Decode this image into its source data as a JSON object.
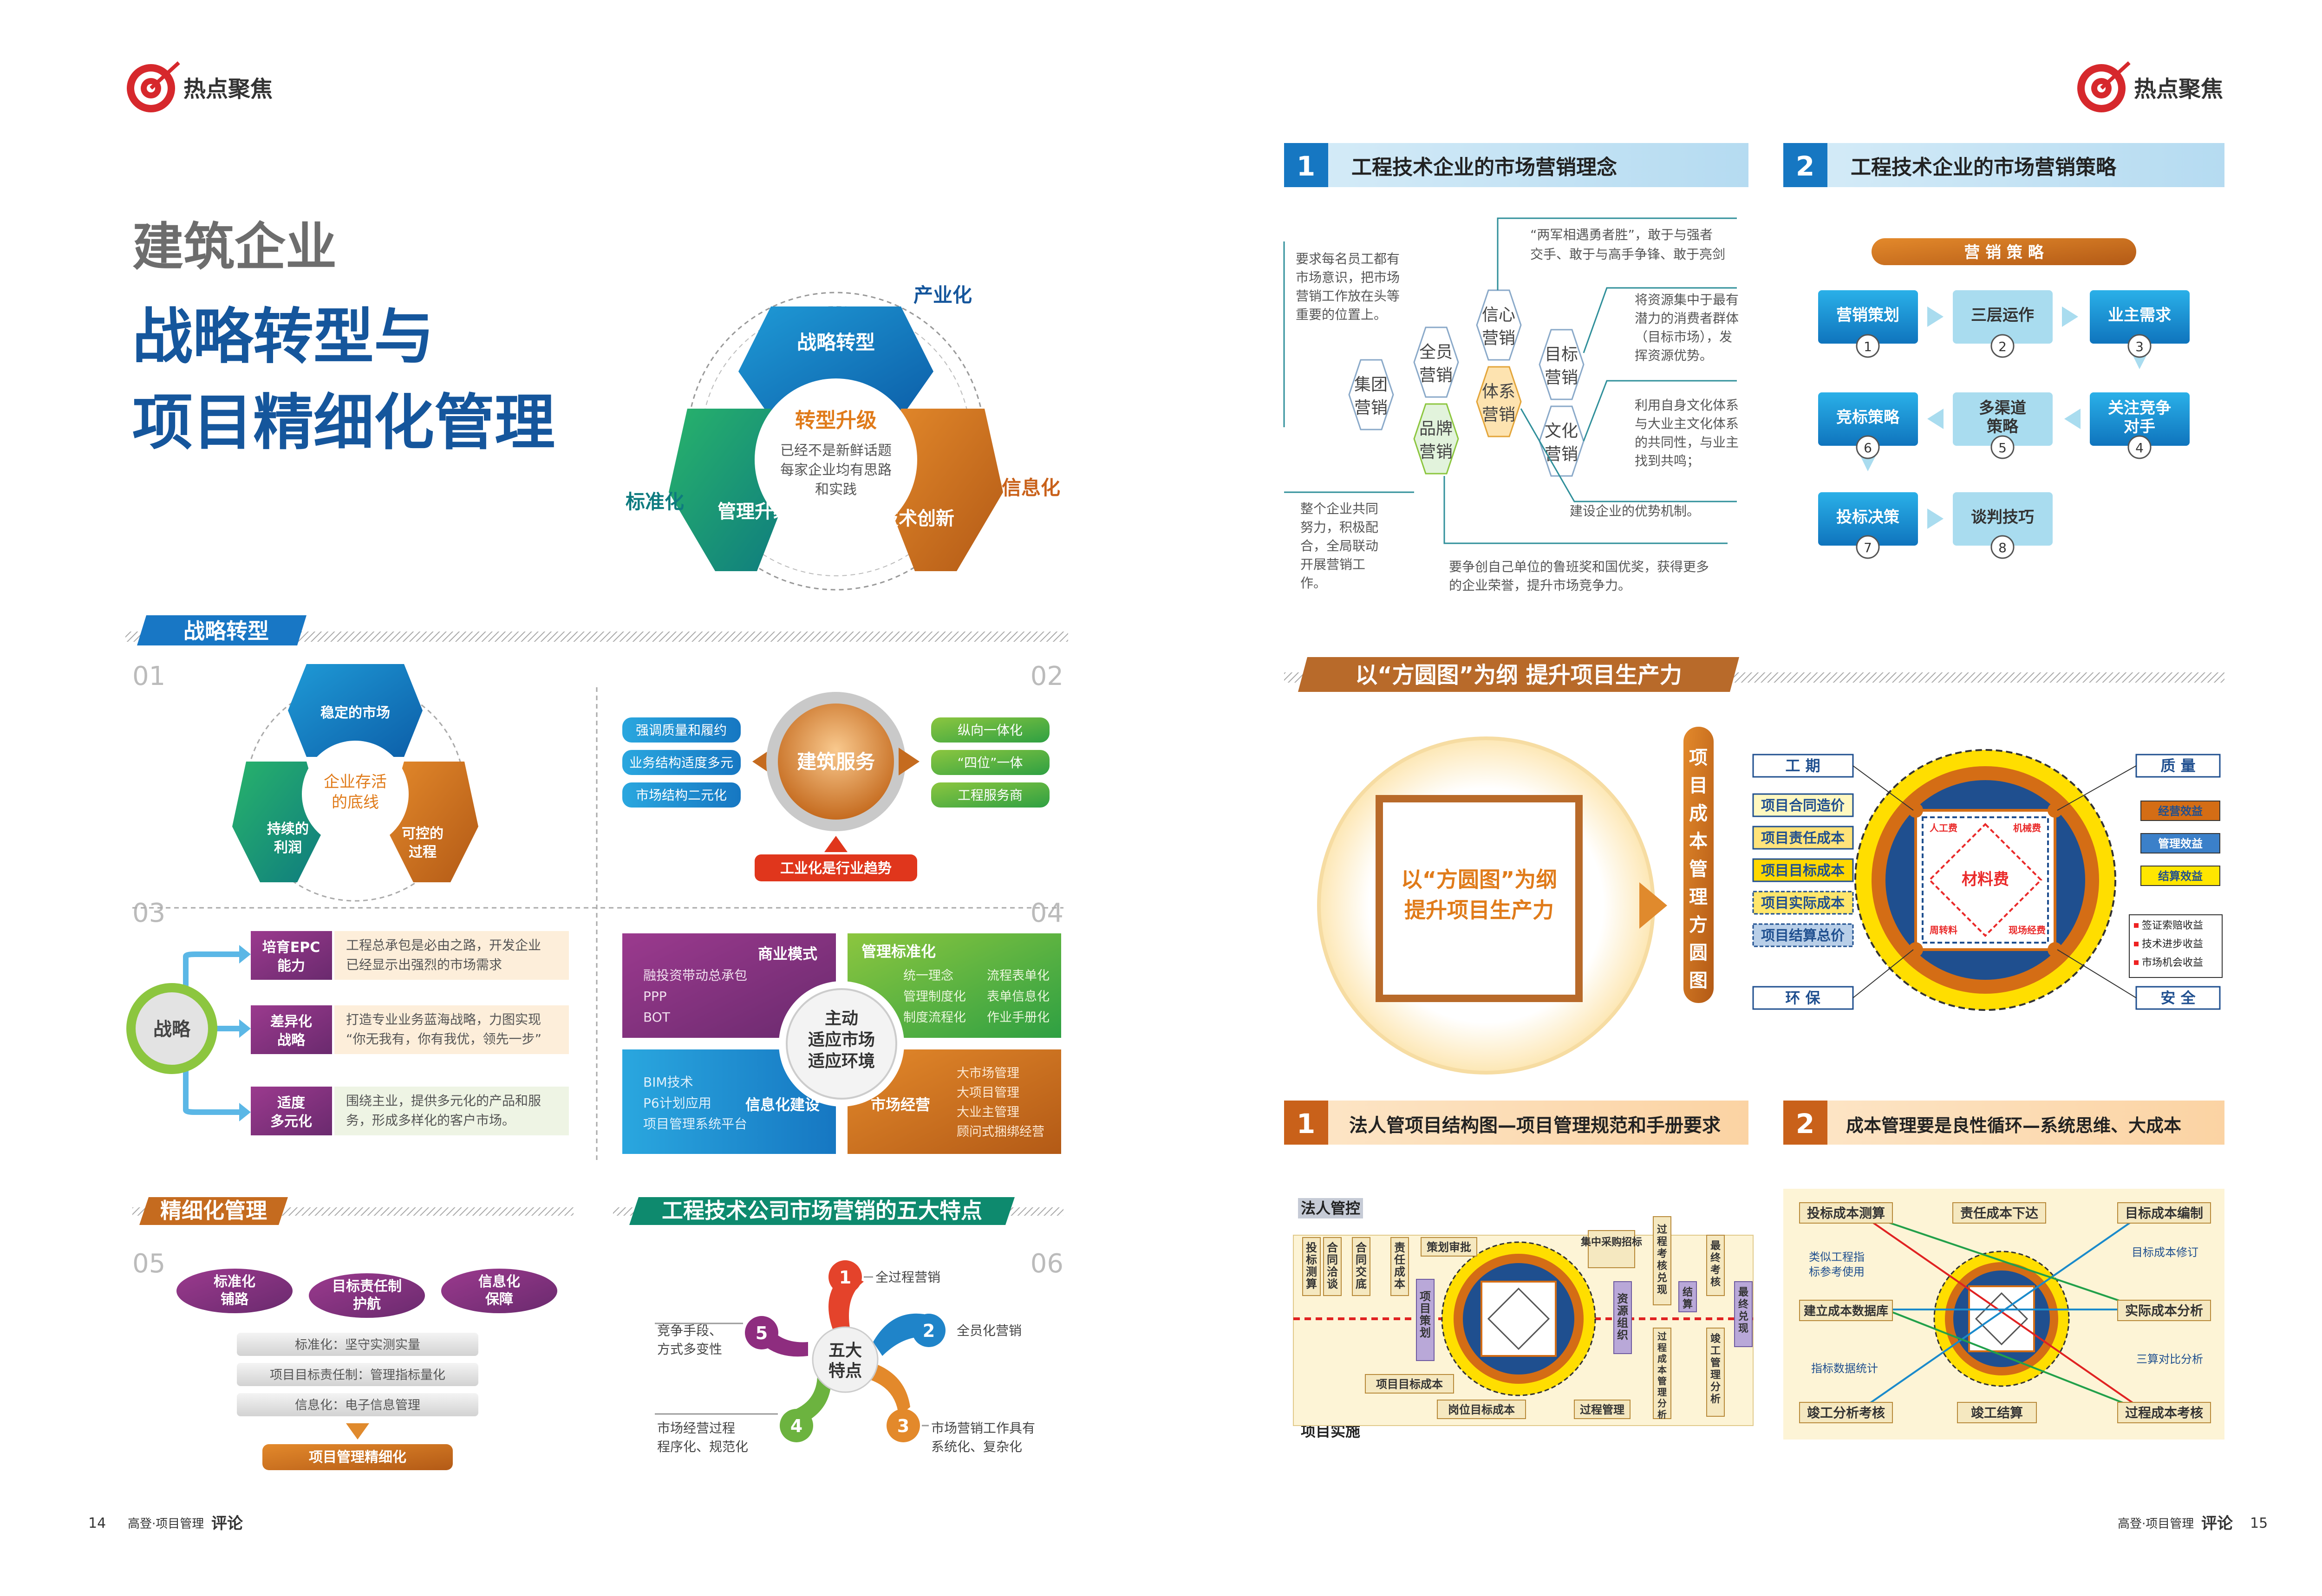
{
  "brand": {
    "section": "热点聚焦",
    "footer_left_page": "14",
    "footer_right_page": "15",
    "footer_pub": "高登·项目管理",
    "footer_review": "评论"
  },
  "title": {
    "line1": "建筑企业",
    "line2": "战略转型与",
    "line3": "项目精细化管理"
  },
  "hero": {
    "top": "战略转型",
    "left": "管理升级",
    "right": "技术创新",
    "center_title": "转型升级",
    "center_body": [
      "已经不是新鲜话题",
      "每家企业均有思路",
      "和实践"
    ],
    "label_top": "产业化",
    "label_left": "标准化",
    "label_right": "信息化"
  },
  "sec_strategy": {
    "banner": "战略转型",
    "n01": "01",
    "n02": "02",
    "n03": "03",
    "n04": "04"
  },
  "p01": {
    "top": "稳定的市场",
    "left": "持续的\n利润",
    "right": "可控的\n过程",
    "center": "企业存活\n的底线"
  },
  "p02": {
    "center": "建筑服务",
    "bottom": "工业化是行业趋势",
    "left": [
      "强调质量和履约",
      "业务结构适度多元",
      "市场结构二元化"
    ],
    "right": [
      "纵向一体化",
      "“四位”一体",
      "工程服务商"
    ]
  },
  "p03": {
    "center": "战略",
    "rows": [
      {
        "tag": "培育EPC\n能力",
        "text": "工程总承包是必由之路，开发企业\n已经显示出强烈的市场需求"
      },
      {
        "tag": "差异化\n战略",
        "text": "打造专业业务蓝海战略，力图实现\n“你无我有，你有我优，领先一步”"
      },
      {
        "tag": "适度\n多元化",
        "text": "围绕主业，提供多元化的产品和服\n务，形成多样化的客户市场。"
      }
    ]
  },
  "p04": {
    "center": "主动\n适应市场\n适应环境",
    "tl_title": "商业模式",
    "tl_items": [
      "融投资带动总承包",
      "PPP",
      "BOT"
    ],
    "tr_title": "管理标准化",
    "tr_items": [
      "统一理念",
      "流程表单化",
      "管理制度化",
      "表单信息化",
      "制度流程化",
      "作业手册化"
    ],
    "bl_title": "信息化建设",
    "bl_items": [
      "BIM技术",
      "P6计划应用",
      "项目管理系统平台"
    ],
    "br_title": "市场经营",
    "br_items": [
      "大市场管理",
      "大项目管理",
      "大业主管理",
      "顾问式捆绑经营"
    ]
  },
  "sec_fine": {
    "banner": "精细化管理",
    "n05": "05"
  },
  "p05": {
    "ovals": [
      "标准化\n铺路",
      "目标责任制\n护航",
      "信息化\n保障"
    ],
    "bars": [
      "标准化：坚守实测实量",
      "项目目标责任制：管理指标量化",
      "信息化：电子信息管理"
    ],
    "bottom": "项目管理精细化"
  },
  "sec_five": {
    "banner": "工程技术公司市场营销的五大特点",
    "n06": "06"
  },
  "p06": {
    "center": "五大\n特点",
    "items": [
      {
        "n": "1",
        "text": "全过程营销"
      },
      {
        "n": "2",
        "text": "全员化营销"
      },
      {
        "n": "3",
        "text": "市场营销工作具有\n系统化、复杂化"
      },
      {
        "n": "4",
        "text": "市场经营过程\n程序化、规范化"
      },
      {
        "n": "5",
        "text": "竞争手段、\n方式多变性"
      }
    ]
  },
  "r1": {
    "h1_num": "1",
    "h1": "工程技术企业的市场营销理念",
    "h2_num": "2",
    "h2": "工程技术企业的市场营销策略",
    "hex": [
      "集团\n营销",
      "全员\n营销",
      "品牌\n营销",
      "信心\n营销",
      "体系\n营销",
      "目标\n营销",
      "文化\n营销"
    ],
    "notes": {
      "tl": "要求每名员工都有\n市场意识，把市场\n营销工作放在头等\n重要的位置上。",
      "top": "“两军相遇勇者胜”，敢于与强者\n交手、敢于与高手争锋、敢于亮剑",
      "r1": "将资源集中于最有\n潜力的消费者群体\n（目标市场），发\n挥资源优势。",
      "r2": "利用自身文化体系\n与大业主文化体系\n的共同性，与业主\n找到共鸣；",
      "r3": "建设企业的优势机制。",
      "bl": "整个企业共同\n努力，积极配\n合，全局联动\n开展营销工\n作。",
      "bottom": "要争创自己单位的鲁班奖和国优奖，获得更多\n的企业荣誉，提升市场竞争力。"
    },
    "strategy_title": "营 销 策 略",
    "strategy": [
      {
        "n": "1",
        "label": "营销策划"
      },
      {
        "n": "2",
        "label": "三层运作"
      },
      {
        "n": "3",
        "label": "业主需求"
      },
      {
        "n": "4",
        "label": "关注竞争\n对手"
      },
      {
        "n": "5",
        "label": "多渠道\n策略"
      },
      {
        "n": "6",
        "label": "竞标策略"
      },
      {
        "n": "7",
        "label": "投标决策"
      },
      {
        "n": "8",
        "label": "谈判技巧"
      }
    ]
  },
  "r2": {
    "banner": "以“方圆图”为纲   提升项目生产力",
    "square_text": "以“方圆图”为纲\n提升项目生产力",
    "vertical": "项目成本管理方圆图",
    "left_labels": [
      "工  期",
      "项目合同造价",
      "项目责任成本",
      "项目目标成本",
      "项目实际成本",
      "项目结算总价",
      "环  保"
    ],
    "right_labels": [
      "质  量",
      "经营效益",
      "管理效益",
      "结算效益",
      "签证索赔收益",
      "技术进步收益",
      "市场机会收益",
      "安  全"
    ],
    "inner": {
      "center": "材料费",
      "tl": "人工费",
      "tr": "机械费",
      "bl": "周转料",
      "br": "现场经费"
    }
  },
  "r3": {
    "h1_num": "1",
    "h1": "法人管项目结构图—项目管理规范和手册要求",
    "h2_num": "2",
    "h2": "成本管理要是良性循环—系统思维、大成本",
    "legal": "法人管控",
    "project": "项目实施",
    "flow_v": [
      "投标测算",
      "合同洽谈",
      "合同交底",
      "责任成本",
      "项目策划",
      "资源组织",
      "过程考核兑现",
      "结算",
      "过程成本管理分析",
      "竣工管理分析",
      "最终考核",
      "最终兑现"
    ],
    "flow_h": [
      "策划审批",
      "集中采购招标",
      "项目目标成本",
      "岗位目标成本",
      "过程管理"
    ],
    "cycle": [
      "投标成本测算",
      "责任成本下达",
      "目标成本编制",
      "建立成本数据库",
      "实际成本分析",
      "竣工分析考核",
      "竣工结算",
      "过程成本考核"
    ],
    "cycle_notes": [
      "类似工程指\n标参考使用",
      "目标成本修订",
      "指标数据统计",
      "三算对比分析"
    ]
  }
}
